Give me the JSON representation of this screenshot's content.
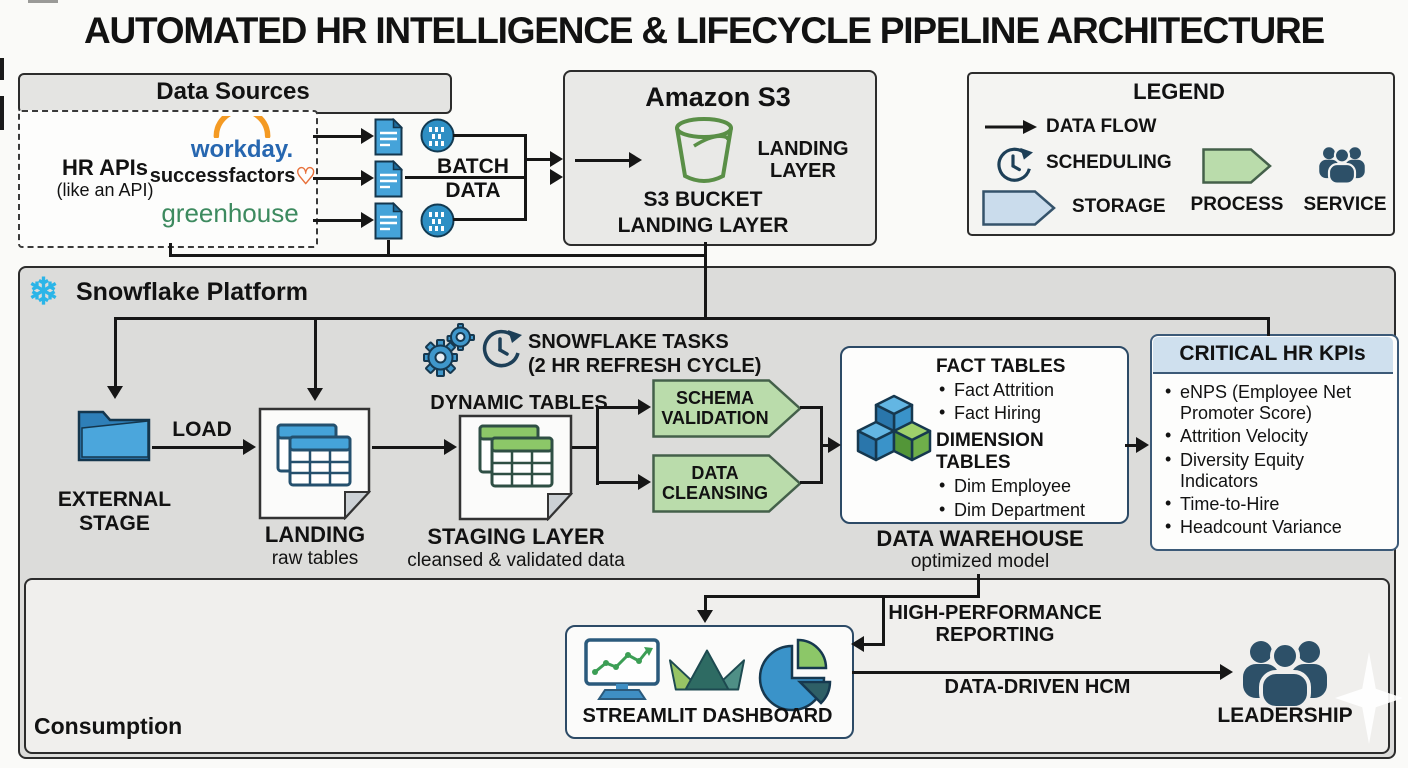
{
  "title": "AUTOMATED HR INTELLIGENCE & LIFECYCLE PIPELINE ARCHITECTURE",
  "data_sources": {
    "header": "Data Sources",
    "hr_apis_title": "HR APIs",
    "hr_apis_subtitle": "(like an API)",
    "logos": {
      "workday": "workday.",
      "successfactors": "successfactors",
      "greenhouse": "greenhouse"
    },
    "batch_label": "BATCH\nDATA"
  },
  "s3": {
    "title": "Amazon S3",
    "landing_layer": "LANDING\nLAYER",
    "caption_line1": "S3 BUCKET",
    "caption_line2": "LANDING LAYER"
  },
  "legend": {
    "title": "LEGEND",
    "data_flow": "DATA FLOW",
    "scheduling": "SCHEDULING",
    "storage": "STORAGE",
    "process": "PROCESS",
    "service": "SERVICE"
  },
  "platform": {
    "title": "Snowflake Platform"
  },
  "tasks": {
    "label": "SNOWFLAKE TASKS\n(2 HR REFRESH CYCLE)",
    "dynamic_tables": "DYNAMIC TABLES"
  },
  "external_stage": {
    "label": "EXTERNAL\nSTAGE",
    "load": "LOAD"
  },
  "landing": {
    "title": "LANDING",
    "subtitle": "raw tables"
  },
  "staging": {
    "title": "STAGING LAYER",
    "subtitle": "cleansed & validated data"
  },
  "process_steps": {
    "schema_validation": "SCHEMA\nVALIDATION",
    "data_cleansing": "DATA\nCLEANSING"
  },
  "warehouse": {
    "fact_header": "FACT TABLES",
    "fact_items": [
      "Fact Attrition",
      "Fact Hiring"
    ],
    "dim_header": "DIMENSION TABLES",
    "dim_items": [
      "Dim Employee",
      "Dim Department"
    ],
    "title": "DATA WAREHOUSE",
    "subtitle": "optimized model"
  },
  "kpis": {
    "header": "CRITICAL HR KPIs",
    "items": [
      "eNPS (Employee Net Promoter Score)",
      "Attrition Velocity",
      "Diversity Equity Indicators",
      "Time-to-Hire",
      "Headcount Variance"
    ]
  },
  "flows": {
    "reporting": "HIGH-PERFORMANCE\nREPORTING",
    "hcm": "DATA-DRIVEN HCM"
  },
  "dashboard": {
    "title": "STREAMLIT DASHBOARD"
  },
  "leadership": {
    "label": "LEADERSHIP"
  },
  "consumption": {
    "label": "Consumption"
  },
  "icons": {
    "snowflake": "❄",
    "heart": "♡"
  },
  "colors": {
    "snowflake_blue": "#2bb5e8",
    "doc_blue": "#45a3d9",
    "binary_blue": "#2e8fc4",
    "bucket_green": "#5a8f47",
    "process_green": "#badcab",
    "storage_blue": "#cadcec",
    "navy": "#2d5068",
    "kpi_header_blue": "#cfe0ee",
    "workday_blue": "#2767b0",
    "workday_orange": "#f49a23",
    "successfactors_orange": "#e8703a",
    "greenhouse_green": "#3d8a5f"
  }
}
